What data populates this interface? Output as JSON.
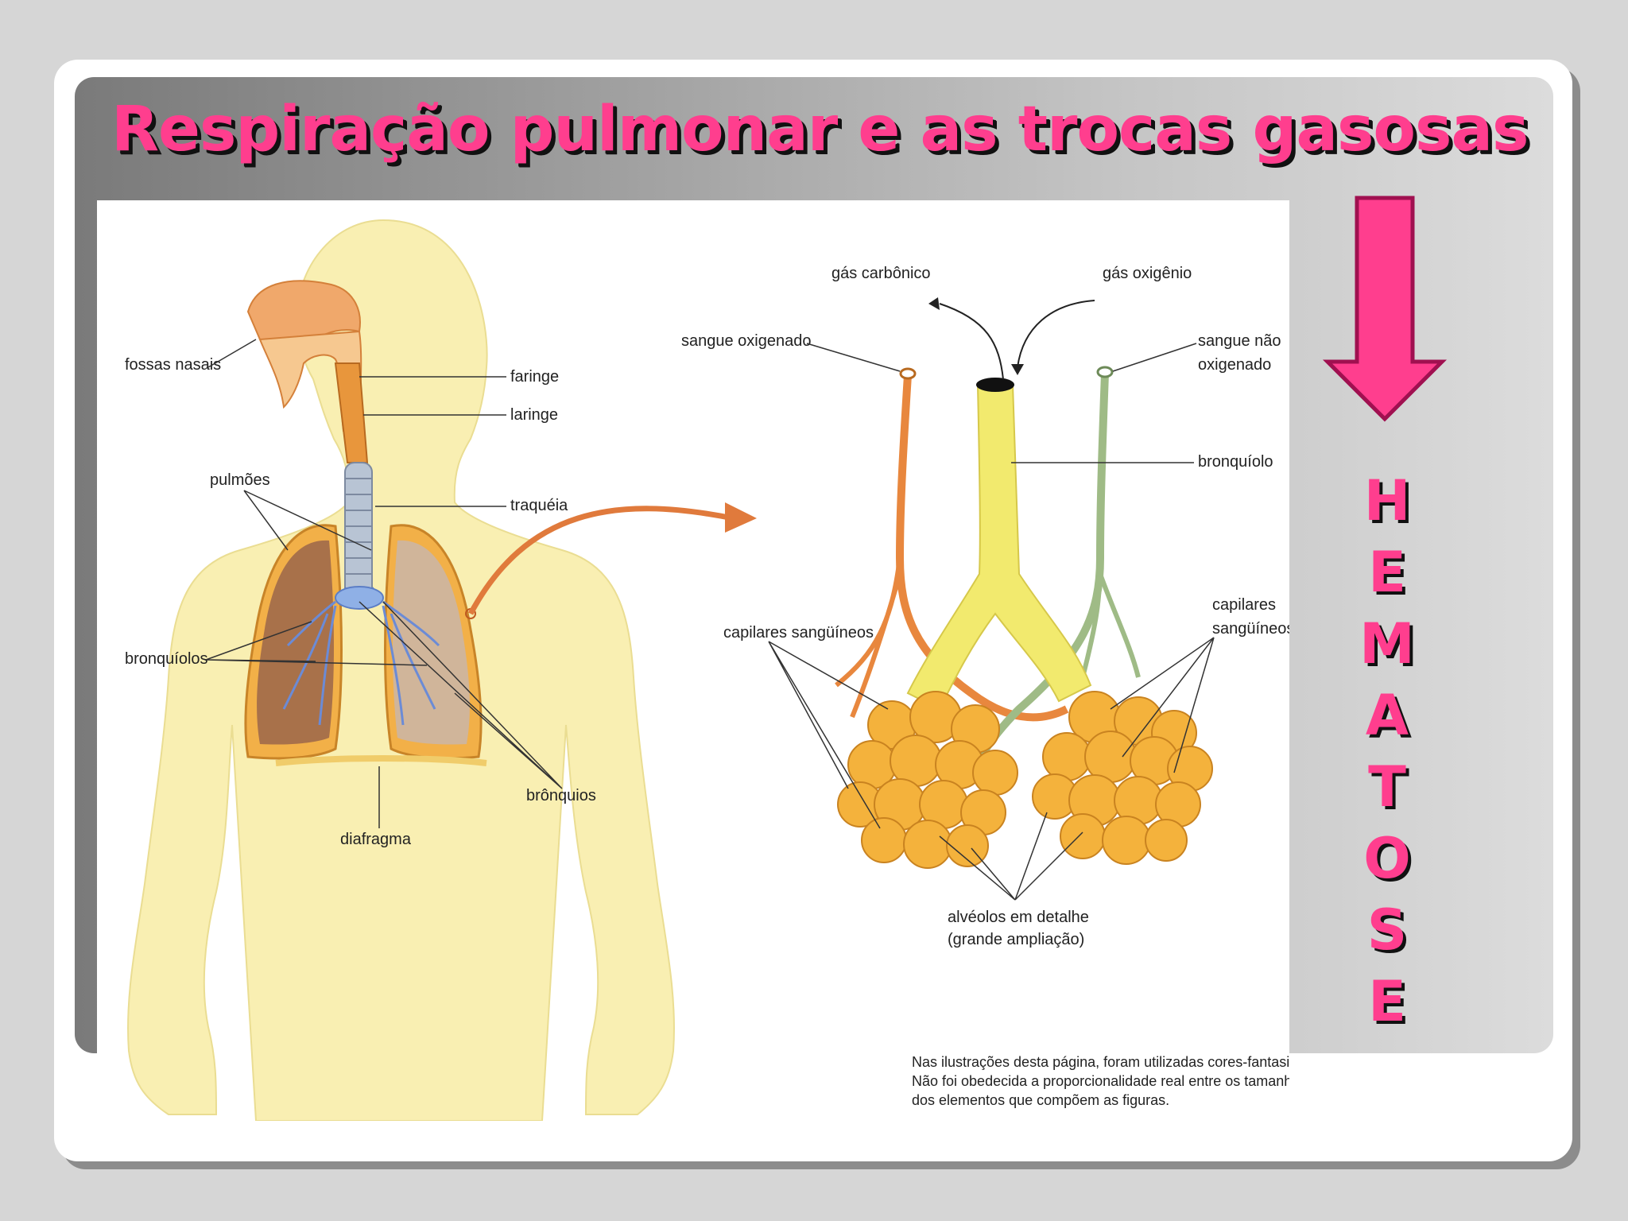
{
  "title": "Respiração pulmonar e as trocas gasosas",
  "labels": {
    "fossas_nasais": "fossas nasais",
    "faringe": "faringe",
    "laringe": "laringe",
    "pulmoes": "pulmões",
    "traqueia": "traquéia",
    "bronquiolos": "bronquíolos",
    "bronquios": "brônquios",
    "diafragma": "diafragma",
    "gas_carbonico": "gás carbônico",
    "gas_oxigenio": "gás oxigênio",
    "sangue_oxigenado": "sangue oxigenado",
    "sangue_nao_oxigenado_1": "sangue não",
    "sangue_nao_oxigenado_2": "oxigenado",
    "bronquiolo": "bronquíolo",
    "capilares_left": "capilares sangüíneos",
    "capilares_right_1": "capilares",
    "capilares_right_2": "sangüíneos",
    "alveolos_1": "alvéolos em detalhe",
    "alveolos_2": "(grande ampliação)"
  },
  "note": [
    "Nas ilustrações desta página, foram utilizadas cores-fantasia.",
    "Não foi obedecida a proporcionalidade real entre os tamanhos",
    "dos elementos que compõem as figuras."
  ],
  "hematose_letters": [
    "H",
    "E",
    "M",
    "A",
    "T",
    "O",
    "S",
    "E"
  ],
  "colors": {
    "title": "#ff3e8e",
    "arrow": "#ff3e8e",
    "body": "#f9efb2",
    "lung": "#f2b048",
    "alveolus": "#f4b23c",
    "artery": "#e8873e",
    "vein": "#9fbb86",
    "bronchiole": "#f2ea6e"
  }
}
